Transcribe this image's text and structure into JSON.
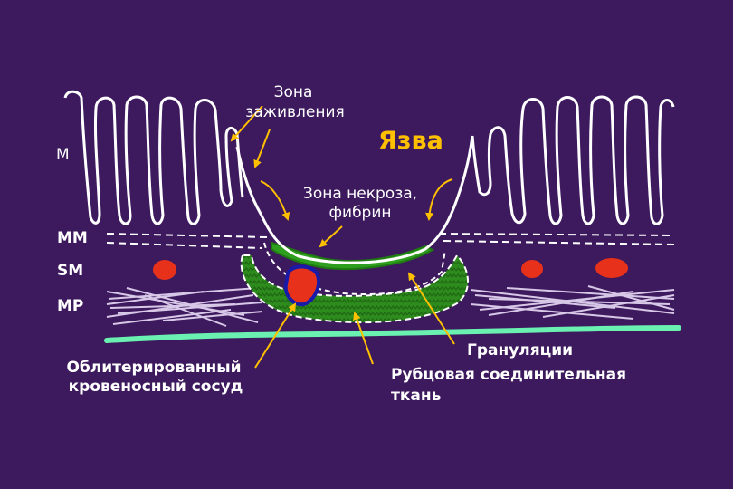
{
  "labels": {
    "M": "M",
    "MM": "MM",
    "SM": "SM",
    "MP": "MP",
    "ulcer": "Язва",
    "healing_zone_line1": "Зона",
    "healing_zone_line2": "заживления",
    "necrosis_line1": "Зона некроза,",
    "necrosis_line2": "фибрин",
    "vessel_line1": "Облитерированный",
    "vessel_line2": "кровеносный сосуд",
    "granulation": "Грануляции",
    "scar_line1": "Рубцовая соединительная",
    "scar_line2": "ткань"
  },
  "colors": {
    "background": "#3d1a5e",
    "ulcer_title": "#ffc000",
    "arrow": "#ffc000",
    "scar_tissue": "#2e8b1e",
    "fibrin": "#2e9e1e",
    "vessel_fill": "#e8311a",
    "vessel_ring": "#1a1aa8",
    "muscle_fiber": "#d8c8e8",
    "serosa": "#6af0b0"
  }
}
